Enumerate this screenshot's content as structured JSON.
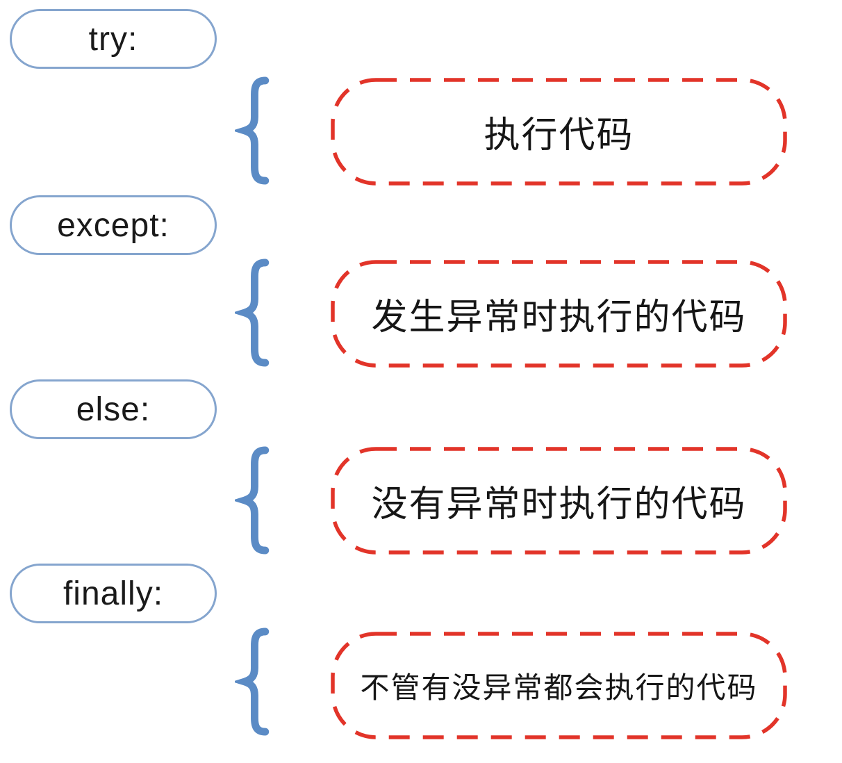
{
  "colors": {
    "pill_border": "#85a5ce",
    "brace": "#5b8bc5",
    "dashed_border": "#e23429",
    "text": "#1a1a1a",
    "background": "#ffffff"
  },
  "icons": {
    "brace": "curly-brace-icon"
  },
  "rows": [
    {
      "keyword": "try:",
      "description": "执行代码"
    },
    {
      "keyword": "except:",
      "description": "发生异常时执行的代码"
    },
    {
      "keyword": "else:",
      "description": "没有异常时执行的代码"
    },
    {
      "keyword": "finally:",
      "description": "不管有没异常都会执行的代码"
    }
  ]
}
